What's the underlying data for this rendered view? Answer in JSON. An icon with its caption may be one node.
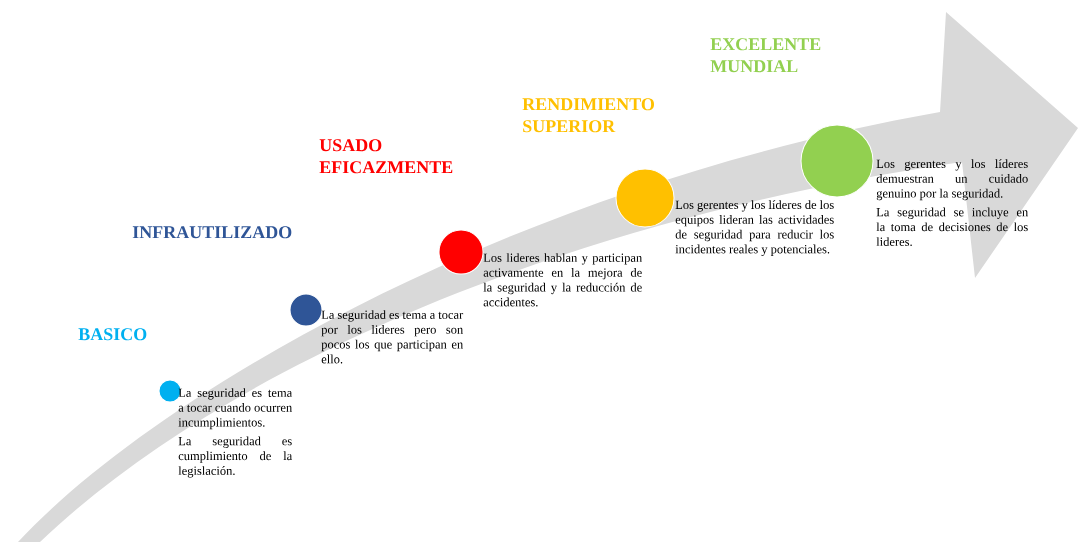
{
  "diagram": {
    "nodes": [
      {
        "text": [
          "BASICO"
        ],
        "beside": [
          "La seguridad es tema a tocar cuando ocurren incumplimientos.",
          "La seguridad es cumplimiento de la legislación."
        ]
      },
      {
        "text": [
          "INFRAUTILIZADO"
        ],
        "beside": [
          "La seguridad es tema a tocar por los lideres pero son pocos los que participan en ello."
        ]
      },
      {
        "text": [
          "USADO EFICAZMENTE"
        ],
        "beside": [
          "Los lideres hablan y participan activamente en la mejora de la seguridad y la reducción de accidentes."
        ]
      },
      {
        "text": [
          "RENDIMIENTO SUPERIOR"
        ],
        "beside": [
          "Los gerentes y los líderes de los equipos lideran las actividades de seguridad para reducir los incidentes reales y potenciales."
        ]
      },
      {
        "text": [
          "EXCELENTE MUNDIAL"
        ],
        "beside": [
          "Los gerentes y los líderes demuestran un cuidado genuino por la seguridad.",
          "La seguridad se incluye en la toma de decisiones de los lideres."
        ]
      }
    ]
  }
}
